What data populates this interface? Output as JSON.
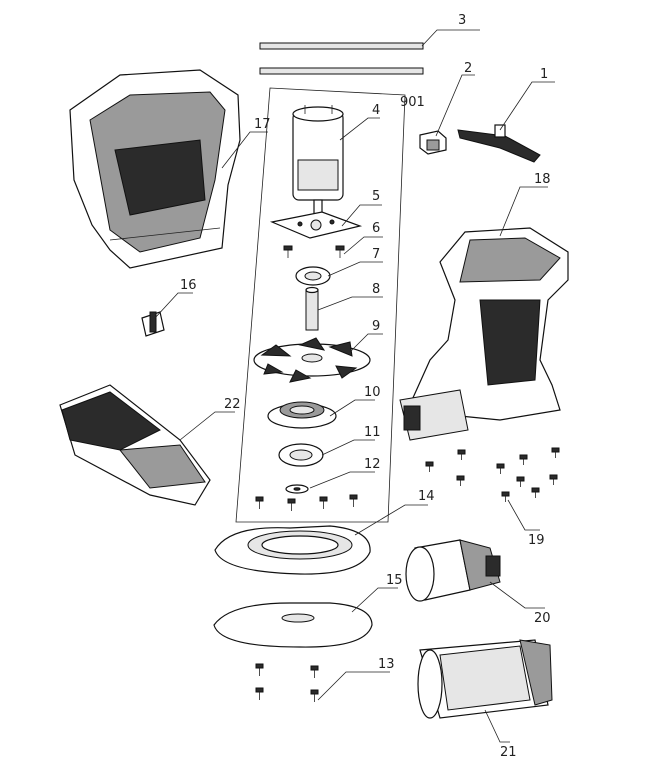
{
  "callouts": [
    {
      "id": "3",
      "label": "3"
    },
    {
      "id": "2",
      "label": "2"
    },
    {
      "id": "1",
      "label": "1"
    },
    {
      "id": "4",
      "label": "4"
    },
    {
      "id": "901",
      "label": "901"
    },
    {
      "id": "5",
      "label": "5"
    },
    {
      "id": "6",
      "label": "6"
    },
    {
      "id": "7",
      "label": "7"
    },
    {
      "id": "8",
      "label": "8"
    },
    {
      "id": "9",
      "label": "9"
    },
    {
      "id": "10",
      "label": "10"
    },
    {
      "id": "11",
      "label": "11"
    },
    {
      "id": "12",
      "label": "12"
    },
    {
      "id": "13",
      "label": "13"
    },
    {
      "id": "14",
      "label": "14"
    },
    {
      "id": "15",
      "label": "15"
    },
    {
      "id": "16",
      "label": "16"
    },
    {
      "id": "17",
      "label": "17"
    },
    {
      "id": "18",
      "label": "18"
    },
    {
      "id": "19",
      "label": "19"
    },
    {
      "id": "20",
      "label": "20"
    },
    {
      "id": "21",
      "label": "21"
    },
    {
      "id": "22",
      "label": "22"
    }
  ]
}
